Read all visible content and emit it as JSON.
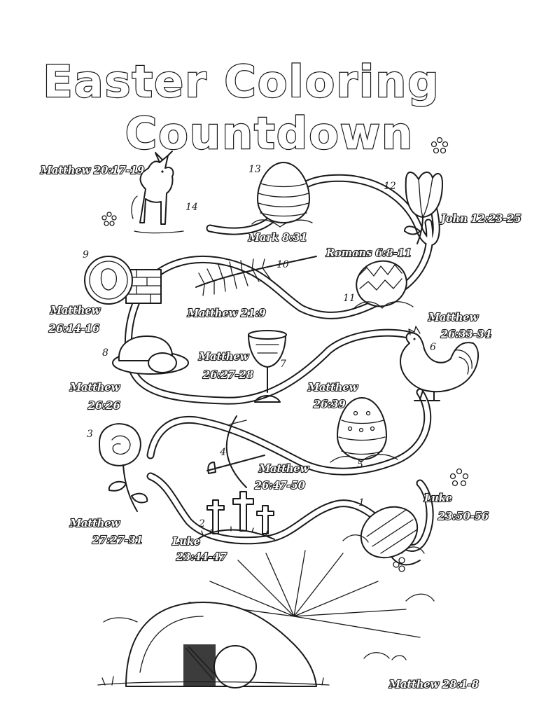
{
  "title": {
    "line1": "Easter Coloring",
    "line2": "Countdown"
  },
  "stops": [
    {
      "number": "14",
      "icon": "donkey-icon",
      "verse": "Matthew 20:17-19"
    },
    {
      "number": "13",
      "icon": "striped-egg-icon",
      "verse": "Mark 8:31"
    },
    {
      "number": "12",
      "icon": "tulip-icon",
      "verse": "John 12:23-25"
    },
    {
      "number": "11",
      "icon": "zigzag-egg-icon",
      "verse": "Romans 6:8-11"
    },
    {
      "number": "10",
      "icon": "palm-branch-icon",
      "verse": "Matthew 21:9"
    },
    {
      "number": "9",
      "icon": "silver-coin-icon",
      "verse_line1": "Matthew",
      "verse_line2": "26:14-16"
    },
    {
      "number": "8",
      "icon": "bread-icon",
      "verse_line1": "Matthew",
      "verse_line2": "26:26"
    },
    {
      "number": "7",
      "icon": "chalice-icon",
      "verse_line1": "Matthew",
      "verse_line2": "26:27-28"
    },
    {
      "number": "6",
      "icon": "rooster-icon",
      "verse_line1": "Matthew",
      "verse_line2": "26:33-34"
    },
    {
      "number": "5",
      "icon": "dotted-egg-icon",
      "verse_line1": "Matthew",
      "verse_line2": "26:39"
    },
    {
      "number": "4",
      "icon": "sword-icon",
      "verse_line1": "Matthew",
      "verse_line2": "26:47-50"
    },
    {
      "number": "3",
      "icon": "rose-icon",
      "verse_line1": "Matthew",
      "verse_line2": "27:27-31"
    },
    {
      "number": "2",
      "icon": "three-crosses-icon",
      "verse_line1": "Luke",
      "verse_line2": "23:44-47"
    },
    {
      "number": "1",
      "icon": "flowered-egg-icon",
      "verse_line1": "Luke",
      "verse_line2": "23:50-56"
    }
  ],
  "finale": {
    "icon": "empty-tomb-icon",
    "verse": "Matthew 28:1-8"
  }
}
